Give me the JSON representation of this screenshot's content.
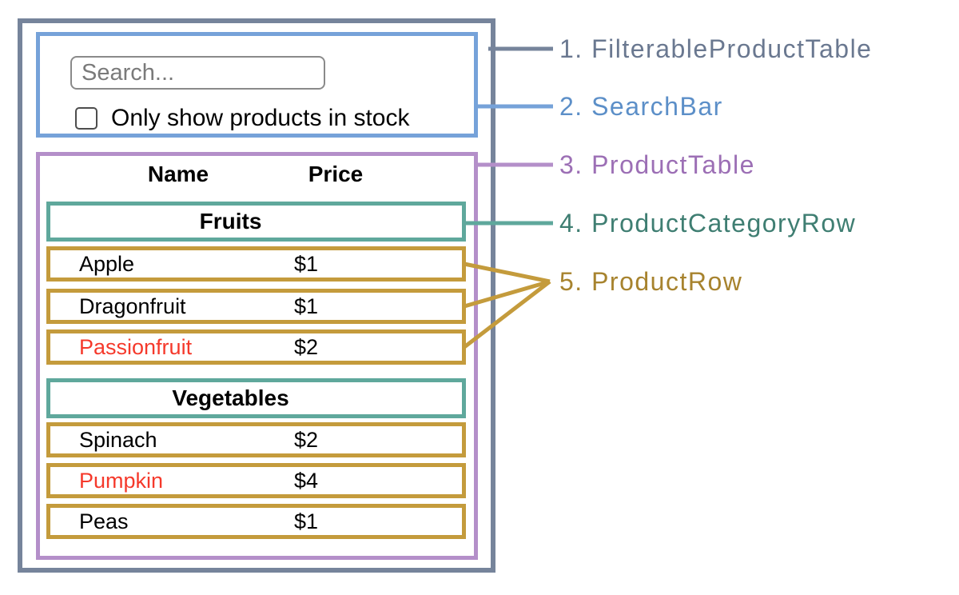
{
  "colors": {
    "outer": "#76849B",
    "search": "#76A2D9",
    "table": "#B48FC9",
    "category": "#5FA89C",
    "row": "#C49B3C",
    "out-of-stock": "#F5392B",
    "label-1": "#6A7890",
    "label-2": "#5C8FC8",
    "label-3": "#9C6FB5",
    "label-4": "#3F7E72",
    "label-5": "#A7832E",
    "placeholder": "#7A7A7A",
    "input-border": "#8A8A8A"
  },
  "search_bar": {
    "input_placeholder": "Search...",
    "input_value": "",
    "checkbox_label": "Only show products in stock",
    "checkbox_checked": false
  },
  "table": {
    "headers": {
      "name": "Name",
      "price": "Price"
    },
    "sections": [
      {
        "category": "Fruits",
        "rows": [
          {
            "name": "Apple",
            "price": "$1",
            "name_color": "#000000"
          },
          {
            "name": "Dragonfruit",
            "price": "$1",
            "name_color": "#000000"
          },
          {
            "name": "Passionfruit",
            "price": "$2",
            "name_color": "#F5392B"
          }
        ]
      },
      {
        "category": "Vegetables",
        "rows": [
          {
            "name": "Spinach",
            "price": "$2",
            "name_color": "#000000"
          },
          {
            "name": "Pumpkin",
            "price": "$4",
            "name_color": "#F5392B"
          },
          {
            "name": "Peas",
            "price": "$1",
            "name_color": "#000000"
          }
        ]
      }
    ]
  },
  "labels": [
    {
      "text": "1. FilterableProductTable"
    },
    {
      "text": "2. SearchBar"
    },
    {
      "text": "3. ProductTable"
    },
    {
      "text": "4. ProductCategoryRow"
    },
    {
      "text": "5. ProductRow"
    }
  ]
}
